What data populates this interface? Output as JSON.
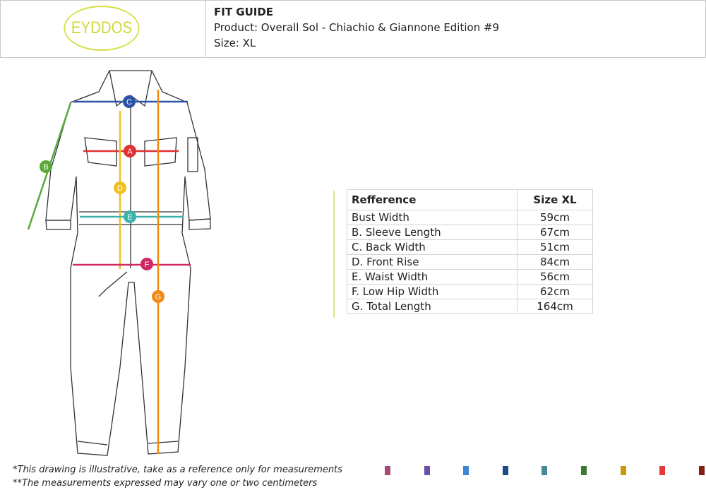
{
  "logo": {
    "text": "EYDDOS"
  },
  "header": {
    "title": "FIT GUIDE",
    "product": "Product: Overall Sol - Chiachio & Giannone Edition #9",
    "size": "Size: XL"
  },
  "diagram": {
    "markers": [
      {
        "label": "A",
        "color": "#e03030"
      },
      {
        "label": "B",
        "color": "#5aa83a"
      },
      {
        "label": "C",
        "color": "#2a52a8"
      },
      {
        "label": "D",
        "color": "#f0c020"
      },
      {
        "label": "E",
        "color": "#3bb3aa"
      },
      {
        "label": "F",
        "color": "#d02a64"
      },
      {
        "label": "G",
        "color": "#f08a10"
      }
    ]
  },
  "table": {
    "headers": [
      "Refference",
      "Size XL"
    ],
    "rows": [
      [
        "Bust Width",
        "59cm"
      ],
      [
        "B.  Sleeve Length",
        "67cm"
      ],
      [
        "C.  Back Width",
        "51cm"
      ],
      [
        "D.  Front Rise",
        "84cm"
      ],
      [
        "E.  Waist Width",
        "56cm"
      ],
      [
        "F.   Low Hip Width",
        "62cm"
      ],
      [
        "G.  Total Length",
        "164cm"
      ]
    ]
  },
  "notes": [
    "*This drawing is illustrative, take as a reference only for measurements",
    "**The measurements expressed may vary one or two centimeters"
  ],
  "swatches": [
    "#a84878",
    "#6a50a8",
    "#3c88d0",
    "#1a4a8a",
    "#4a8898",
    "#3a7a30",
    "#c89810",
    "#e83838",
    "#882010"
  ]
}
